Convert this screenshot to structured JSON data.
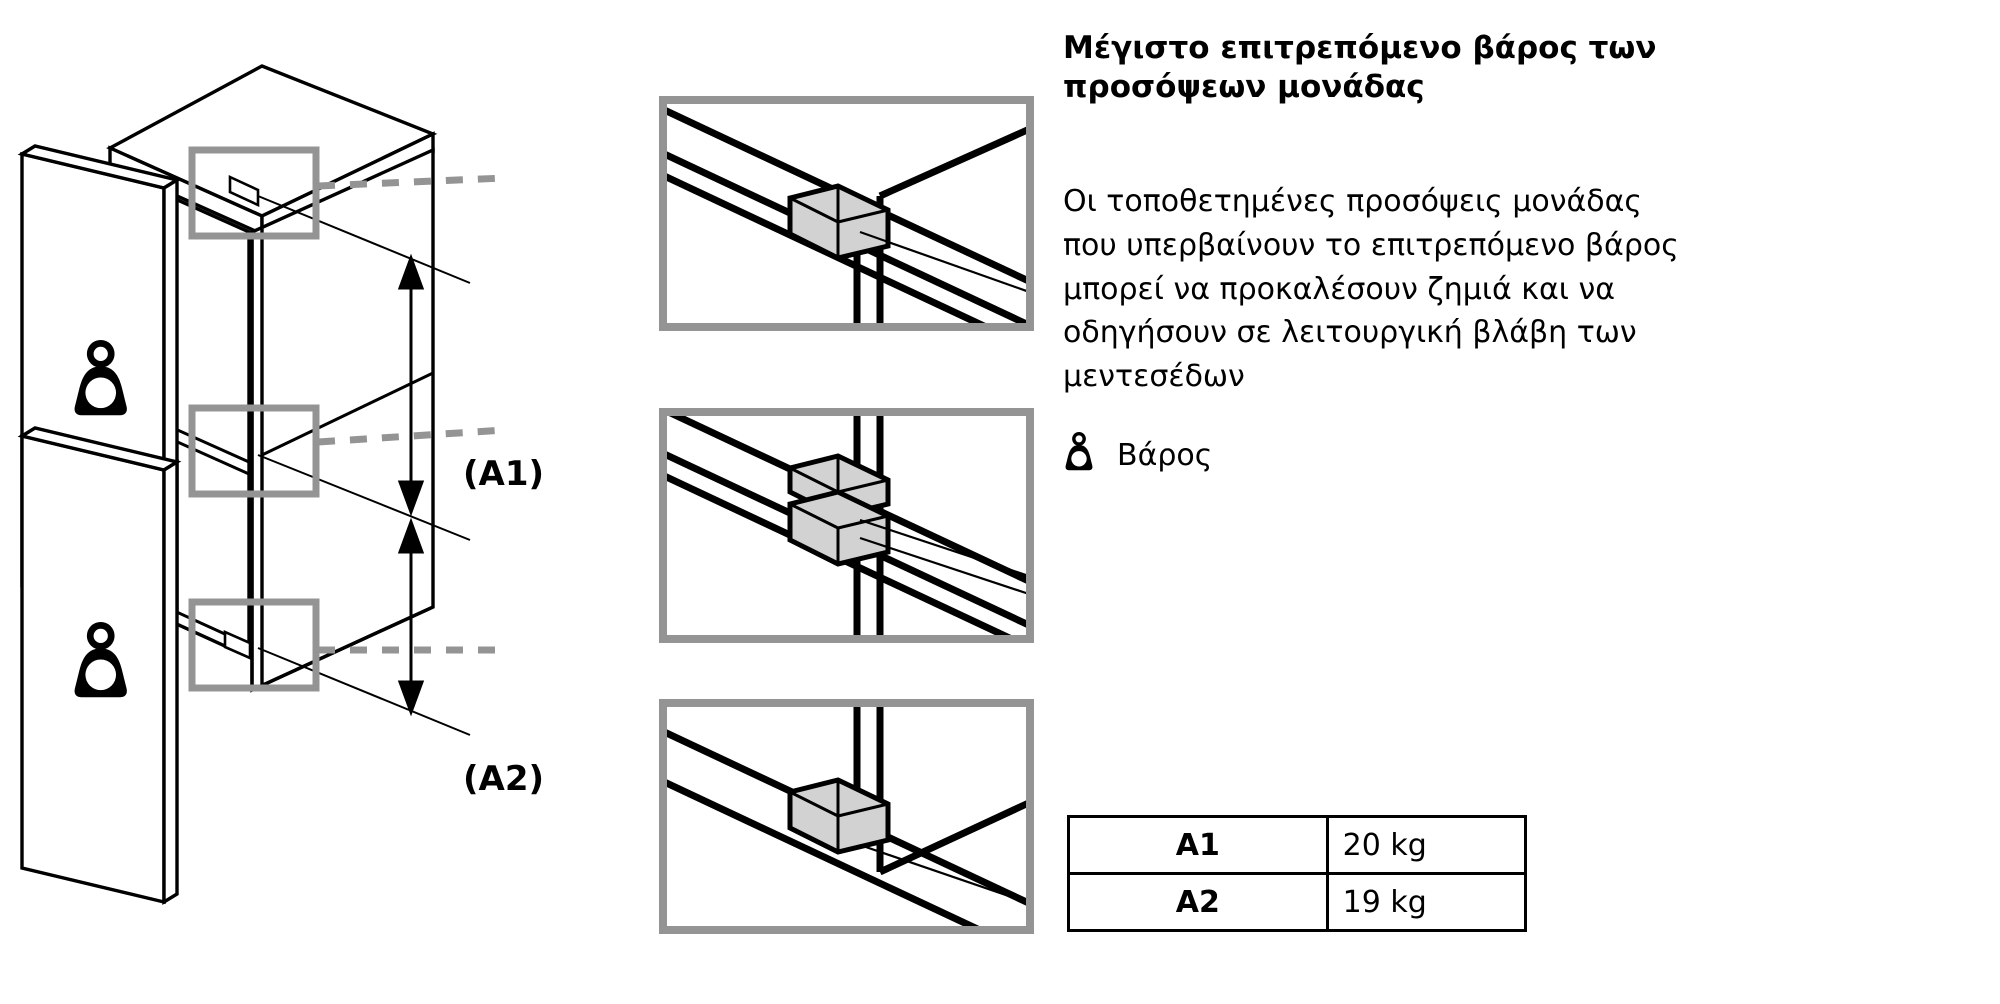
{
  "document": {
    "title": "Μέγιστο επιτρεπόμενο βάρος των προσόψεων μονάδας",
    "title_line1": "Μέγιστο επιτρεπόμενο βάρος των",
    "title_line2": "προσόψεων μονάδας",
    "body": "Οι τοποθετημένες προσόψεις μονάδας που υπερβαίνουν το επιτρεπόμενο βάρος μπορεί να προκαλέσουν ζημιά και να οδηγήσουν σε λειτουργική βλάβη των μεντεσέδων",
    "body_lines": [
      "Οι τοποθετημένες προσόψεις μονάδας",
      "που υπερβαίνουν το επιτρεπόμενο βάρος",
      "μπορεί να προκαλέσουν ζημιά και να",
      "οδηγήσουν σε λειτουργική βλάβη των",
      "μεντεσέδων"
    ]
  },
  "legend": {
    "icon": "weight-icon",
    "label": "Βάρος"
  },
  "table": {
    "rows": [
      {
        "key": "A1",
        "value": "20 kg"
      },
      {
        "key": "A2",
        "value": "19 kg"
      }
    ]
  },
  "diagram": {
    "dimension_labels": [
      {
        "id": "A1",
        "text": "(A1)"
      },
      {
        "id": "A2",
        "text": "(A2)"
      }
    ],
    "door_icons": [
      {
        "name": "weight-icon-upper-door"
      },
      {
        "name": "weight-icon-lower-door"
      }
    ],
    "callouts": [
      {
        "name": "callout-top-hinge"
      },
      {
        "name": "callout-middle-hinge"
      },
      {
        "name": "callout-bottom-hinge"
      }
    ],
    "detail_views": [
      {
        "name": "detail-top-hinge"
      },
      {
        "name": "detail-middle-hinge"
      },
      {
        "name": "detail-bottom-hinge"
      }
    ]
  },
  "colors": {
    "line": "#000000",
    "callout_gray": "#949494",
    "block_fill": "#d2d2d2",
    "background": "#ffffff"
  }
}
